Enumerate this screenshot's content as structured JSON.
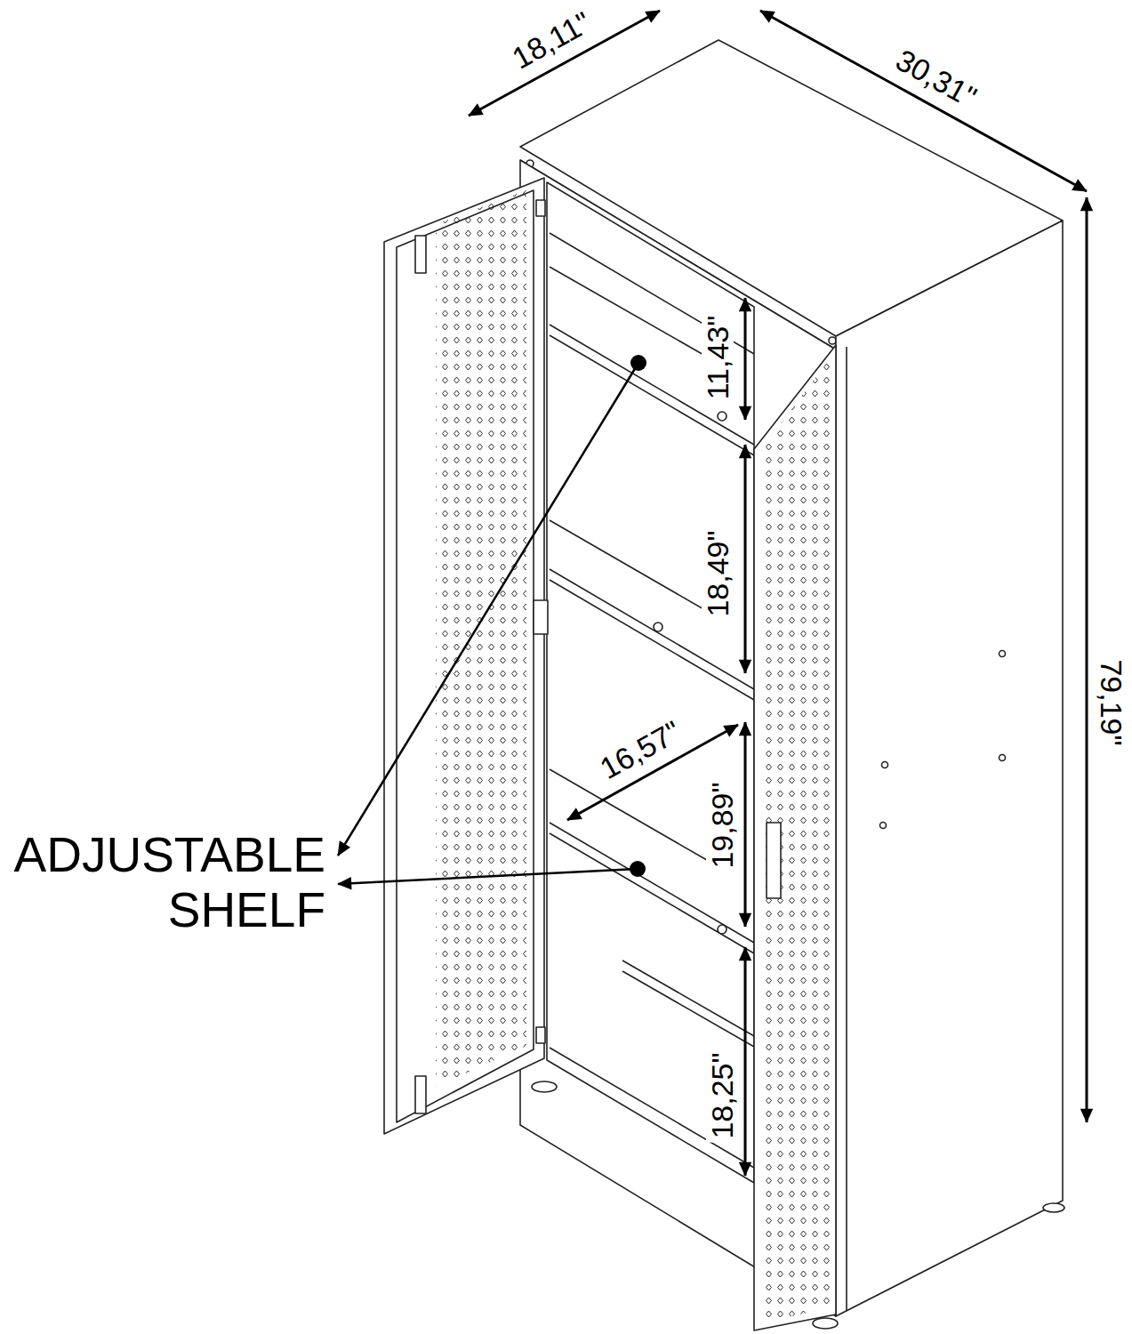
{
  "diagram": {
    "labels": [
      "18,11\"",
      "30,31\"",
      "11,43\"",
      "18,49\"",
      "16,57\"",
      "19,89\"",
      "ADJUSTABLE SHELF",
      "18,25\"",
      "79,19\""
    ]
  }
}
